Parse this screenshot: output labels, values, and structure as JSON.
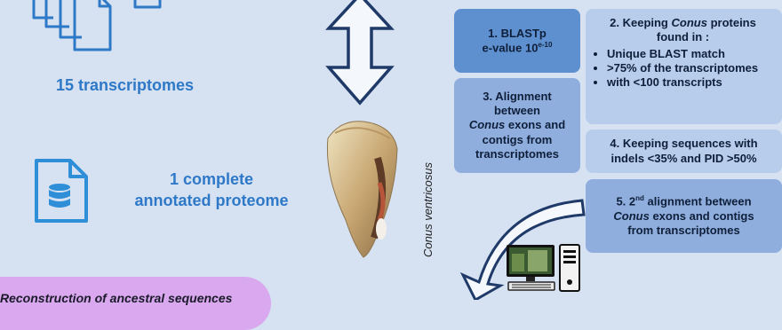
{
  "left": {
    "transcriptomes_label": "15 transcriptomes",
    "proteome_label_line1": "1 complete",
    "proteome_label_line2": "annotated proteome"
  },
  "center": {
    "species_name": "Conus ventricosus"
  },
  "steps": {
    "step1_line1": "1.  BLASTp",
    "step1_line2_prefix": "e-value 10",
    "step1_exponent": "e-10",
    "step2_title_a": "2. Keeping ",
    "step2_title_italic": "Conus",
    "step2_title_b": " proteins",
    "step2_title_line2": "found in :",
    "step2_bullets": [
      "Unique BLAST match",
      ">75% of the transcriptomes",
      "with <100 transcripts"
    ],
    "step3_line1": "3. Alignment",
    "step3_line2": "between",
    "step3_italic": "Conus",
    "step3_line3_rest": " exons and",
    "step3_line4": "contigs from",
    "step3_line5": "transcriptomes",
    "step4_line1": "4. Keeping sequences with",
    "step4_line2": "indels <35% and PID >50%",
    "step5_prefix": "5. 2",
    "step5_sup": "nd",
    "step5_rest": " alignment between",
    "step5_italic": "Conus",
    "step5_line2_rest": " exons and contigs",
    "step5_line3": "from transcriptomes"
  },
  "bottom": {
    "pill_text": "Reconstruction of ancestral sequences"
  },
  "icons": [
    "documents-stack-icon",
    "database-document-icon",
    "double-arrow-icon",
    "shell-image",
    "computer-icon",
    "curved-arrow-icon"
  ],
  "colors": {
    "background": "#d6e2f2",
    "accent_blue": "#2e78c8",
    "box_dark": "#5e90cf",
    "box_mid": "#8faedd",
    "box_light": "#b7cdeb",
    "pill": "#d9a8ef",
    "arrow_navy": "#1f3a68"
  }
}
